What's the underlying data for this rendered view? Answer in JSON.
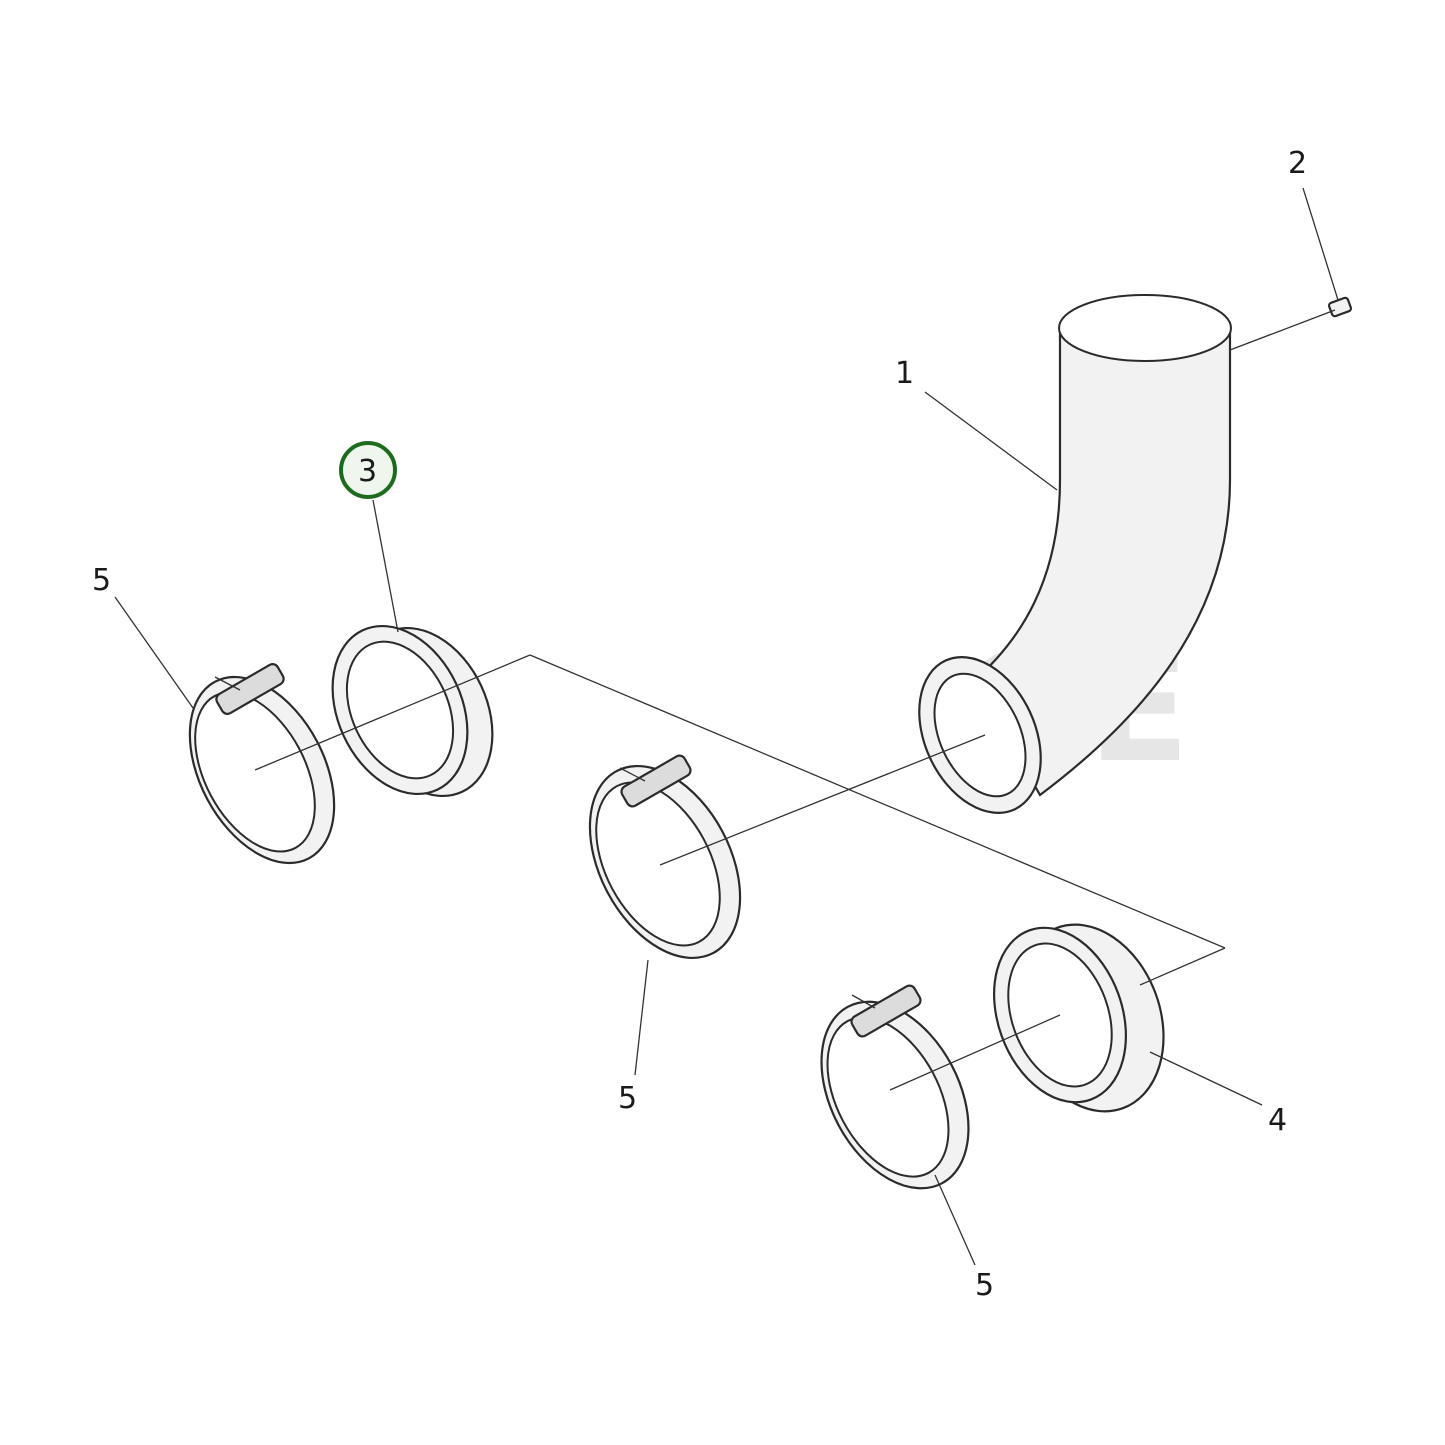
{
  "callouts": {
    "pipe": "1",
    "plug": "2",
    "adapter_left": "3",
    "adapter_right": "4",
    "clamp_left": "5",
    "clamp_middle": "5",
    "clamp_bottom": "5"
  },
  "highlight": {
    "callout": "3",
    "color": "#1e6b1e"
  },
  "watermark_text": "OE"
}
